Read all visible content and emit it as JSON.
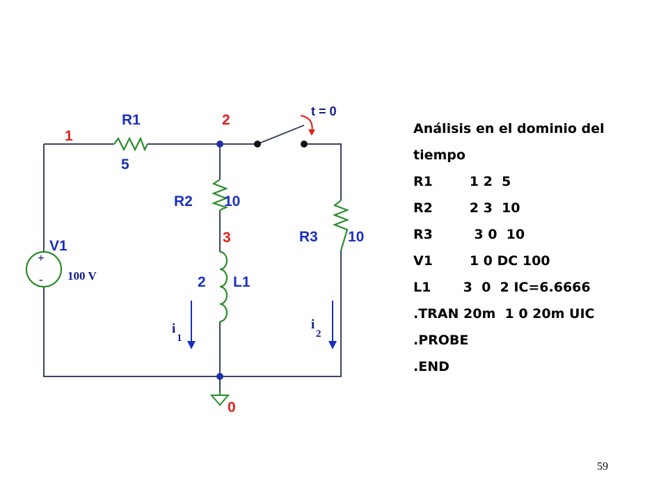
{
  "labels": {
    "node1": "1",
    "node2": "2",
    "node3": "3",
    "node0": "0",
    "r1_name": "R1",
    "r1_value": "5",
    "r2_name": "R2",
    "r2_value": "10",
    "r3_name": "R3",
    "r3_value": "10",
    "v1_name": "V1",
    "v1_value": "100 V",
    "v1_plus": "+",
    "v1_minus": "-",
    "l1_name": "L1",
    "l1_value": "2",
    "switch_label": "t = 0",
    "i1": "i",
    "i1_sub": "1",
    "i2": "i",
    "i2_sub": "2"
  },
  "colors": {
    "wire": "#3a4560",
    "component": "#2a8c2a",
    "node_label": "#e0201c",
    "component_label": "#1a2fbf"
  },
  "netlist": {
    "title": "Análisis en el dominio del tiempo",
    "lines": [
      "R1        1 2  5",
      "R2        2 3  10",
      "R3         3 0  10",
      "V1        1 0 DC 100",
      "L1       3  0  2 IC=6.6666",
      ".TRAN 20m  1 0 20m UIC",
      ".PROBE",
      ".END"
    ]
  },
  "page_number": "59"
}
